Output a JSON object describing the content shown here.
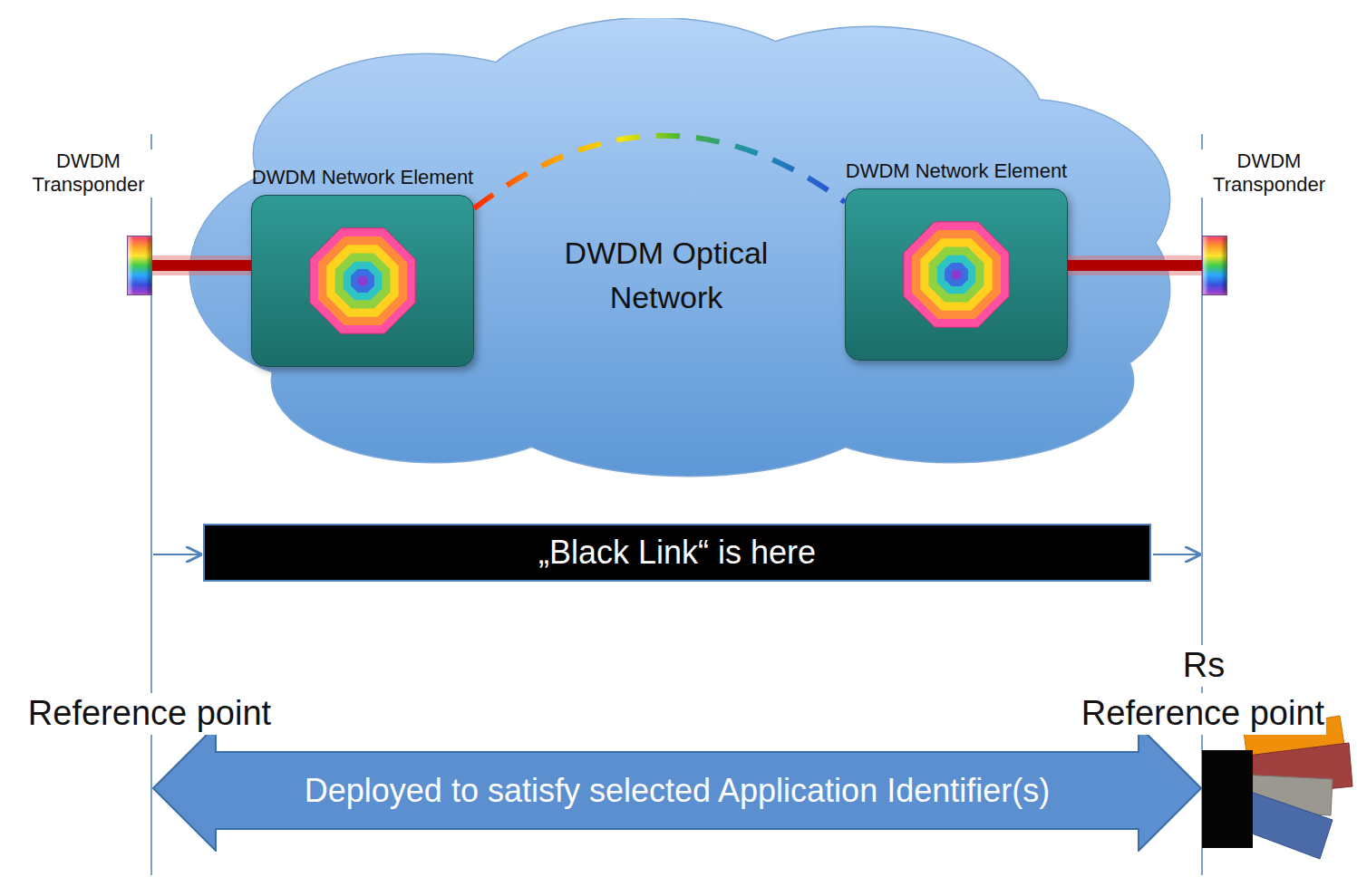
{
  "diagram": {
    "nodes": [
      {
        "text": [
          "DWDM Transponder"
        ]
      },
      {
        "text": [
          "DWDM Optical Network"
        ]
      },
      {
        "text": [
          "DWDM Network Element"
        ],
        "in": 1
      },
      {
        "text": [
          "DWDM Network Element"
        ],
        "in": 1
      },
      {
        "text": [
          "DWDM Transponder"
        ]
      },
      {
        "text": [
          "„Black Link“ is here"
        ]
      },
      {
        "text": [
          "Deployed to satisfy selected Application Identifier(s)"
        ]
      }
    ],
    "edges": [
      {
        "from": 0,
        "to": 2,
        "arrow": "none"
      },
      {
        "from": 2,
        "to": 3,
        "arrow": "none"
      },
      {
        "from": 3,
        "to": 4,
        "arrow": "none"
      }
    ],
    "labels": [
      "Reference point",
      "Rs",
      "Reference point"
    ]
  }
}
